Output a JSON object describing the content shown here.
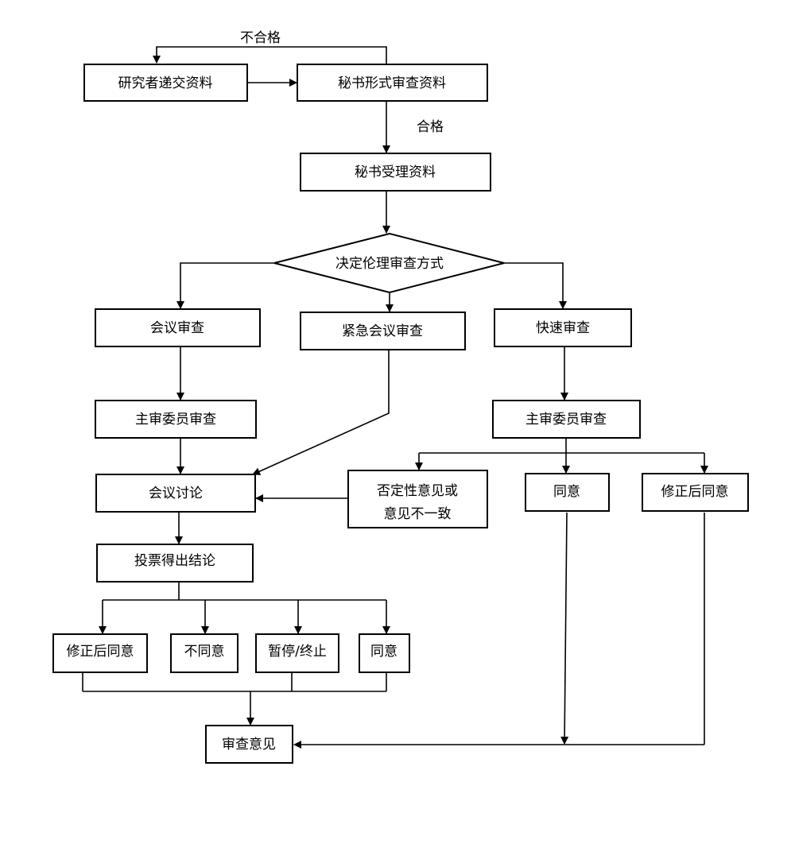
{
  "nodes": {
    "submit": "研究者递交资料",
    "secretary_check": "秘书形式审查资料",
    "accept": "秘书受理资料",
    "decide": "决定伦理审查方式",
    "meeting_review": "会议审查",
    "urgent_review": "紧急会议审查",
    "fast_review": "快速审查",
    "main_reviewer_left": "主审委员审查",
    "main_reviewer_right": "主审委员审查",
    "meeting_discuss": "会议讨论",
    "negative_line1": "否定性意见或",
    "negative_line2": "意见不一致",
    "agree_right": "同意",
    "modify_agree_right": "修正后同意",
    "vote": "投票得出结论",
    "modify_agree": "修正后同意",
    "disagree": "不同意",
    "suspend": "暂停/终止",
    "agree": "同意",
    "opinion": "审查意见"
  },
  "edges": {
    "fail_label": "不合格",
    "pass_label": "合格"
  }
}
